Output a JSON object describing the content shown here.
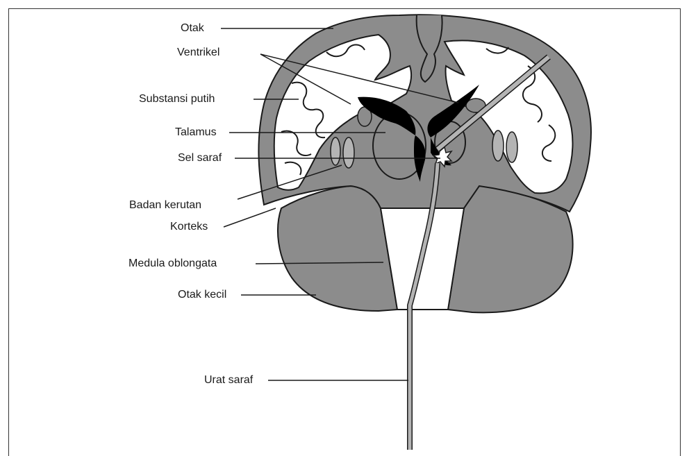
{
  "labels": {
    "otak": "Otak",
    "ventrikel": "Ventrikel",
    "substansi_putih": "Substansi putih",
    "talamus": "Talamus",
    "sel_saraf": "Sel saraf",
    "badan_kerutan": "Badan kerutan",
    "korteks": "Korteks",
    "medula_oblongata": "Medula oblongata",
    "otak_kecil": "Otak kecil",
    "urat_saraf": "Urat saraf"
  },
  "colors": {
    "gray_matter": "#8c8c8c",
    "white_matter": "#ffffff",
    "ventricle": "#000000",
    "outline": "#1a1a1a",
    "nucleus_light": "#b4b4b4"
  }
}
